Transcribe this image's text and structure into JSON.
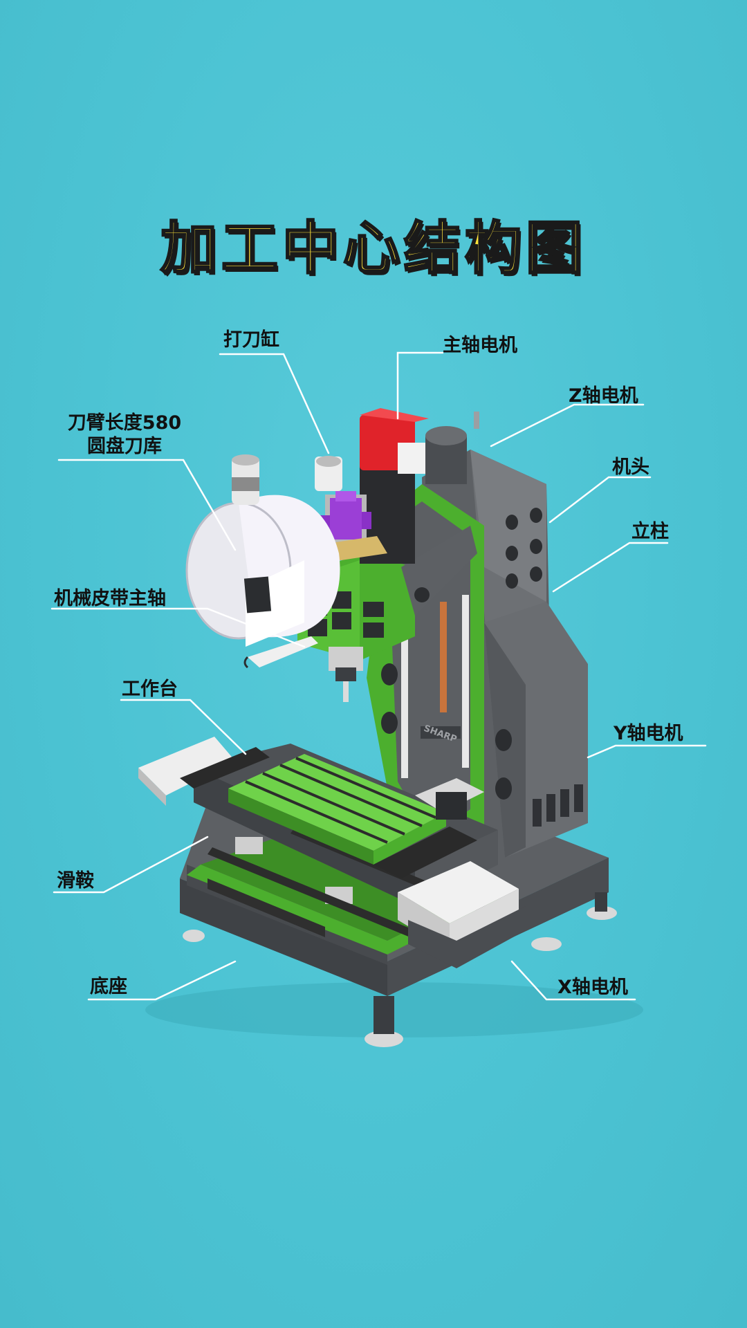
{
  "title": "加工中心结构图",
  "colors": {
    "background": "#4cc3d3",
    "title": "#ffe33a",
    "frame_green": "#4caf2e",
    "body_gray": "#6b6e72",
    "motor_red": "#e0232a",
    "cylinder_purple": "#9b3fd6",
    "leader_line": "#ffffff"
  },
  "labels": {
    "draw_bar_cylinder": "打刀缸",
    "spindle_motor": "主轴电机",
    "z_motor": "Z轴电机",
    "tool_magazine_line1": "刀臂长度580",
    "tool_magazine_line2": "圆盘刀库",
    "head": "机头",
    "column": "立柱",
    "belt_spindle": "机械皮带主轴",
    "worktable": "工作台",
    "y_motor": "Y轴电机",
    "saddle": "滑鞍",
    "base": "底座",
    "x_motor": "X轴电机"
  },
  "machine_plate": "SHARP"
}
